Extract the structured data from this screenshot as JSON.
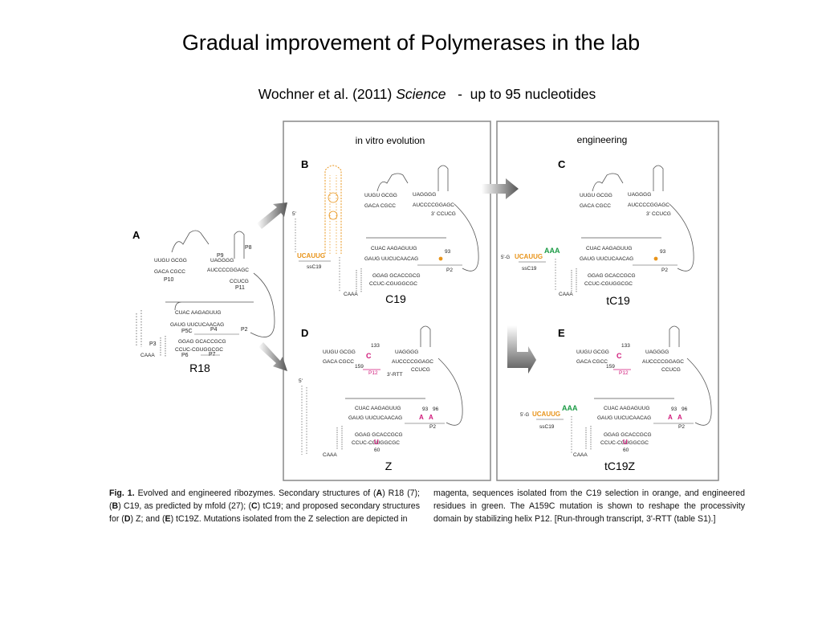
{
  "slide": {
    "title": "Gradual improvement of Polymerases in the lab",
    "subtitle_authors": "Wochner et al. (2011) ",
    "subtitle_journal": "Science",
    "subtitle_rest": "   -  up to 95 nucleotides"
  },
  "figure": {
    "box_labels": {
      "in_vitro": "in vitro evolution",
      "engineering": "engineering"
    },
    "panels": {
      "A": {
        "letter": "A",
        "name": "R18"
      },
      "B": {
        "letter": "B",
        "name": "C19"
      },
      "C": {
        "letter": "C",
        "name": "tC19"
      },
      "D": {
        "letter": "D",
        "name": "Z"
      },
      "E": {
        "letter": "E",
        "name": "tC19Z"
      }
    },
    "helix_labels": {
      "P10": "P10",
      "P9": "P9",
      "P8": "P8",
      "P11": "P11",
      "P5C": "P5C",
      "P4": "P4",
      "P2": "P2",
      "P3": "P3",
      "P6": "P6",
      "P7": "P7",
      "P12": "P12"
    },
    "misc_labels": {
      "ssC19": "ssC19",
      "n93": "93",
      "n96": "96",
      "n60": "60",
      "n133": "133",
      "n159": "159",
      "rtt": "3'-RTT",
      "five_prime": "5'",
      "three_prime": "3'"
    },
    "sequences": {
      "b_insert": "UCAUUG",
      "c_insert": "UCAUUG",
      "e_insert": "UCAUUG",
      "green_aaa": "AAA",
      "c_prefix": "5'-G",
      "e_prefix": "5'-G",
      "lower_motif": "CUAC AAGAGUUG",
      "lower_motif2": "GAUG UUCUCAACAG",
      "p6_motif": "GGAG GCACCGCG",
      "p7_motif": "CCUC-CGUGGCGC",
      "upper_motif": "UUGU GCGG",
      "upper_motif2": "GACA CGCC",
      "p9_motif": "UAGGGG",
      "p11_motif": "AUCCCCGGAGC",
      "p11_motif2": "CCUCG",
      "tail": "CAAA"
    },
    "colors": {
      "orange": "#e8941a",
      "green": "#1a9a44",
      "magenta": "#d0197a",
      "frame": "#888888"
    }
  },
  "caption": {
    "left": [
      {
        "t": "Fig. 1.",
        "b": true
      },
      {
        "t": " Evolved and engineered ribozymes. Secondary structures of (",
        "b": false
      },
      {
        "t": "A",
        "b": true
      },
      {
        "t": ") R18 (7); (",
        "b": false
      },
      {
        "t": "B",
        "b": true
      },
      {
        "t": ") C19, as predicted by mfold (27); (",
        "b": false
      },
      {
        "t": "C",
        "b": true
      },
      {
        "t": ") tC19; and proposed secondary structures for (",
        "b": false
      },
      {
        "t": "D",
        "b": true
      },
      {
        "t": ") Z; and (",
        "b": false
      },
      {
        "t": "E",
        "b": true
      },
      {
        "t": ") tC19Z. Mutations isolated from the Z selection are depicted in",
        "b": false
      }
    ],
    "right": "magenta, sequences isolated from the C19 selection in orange, and engineered residues in green. The A159C mutation is shown to reshape the processivity domain by stabilizing helix P12. [Run-through transcript, 3'-RTT (table S1).]"
  }
}
